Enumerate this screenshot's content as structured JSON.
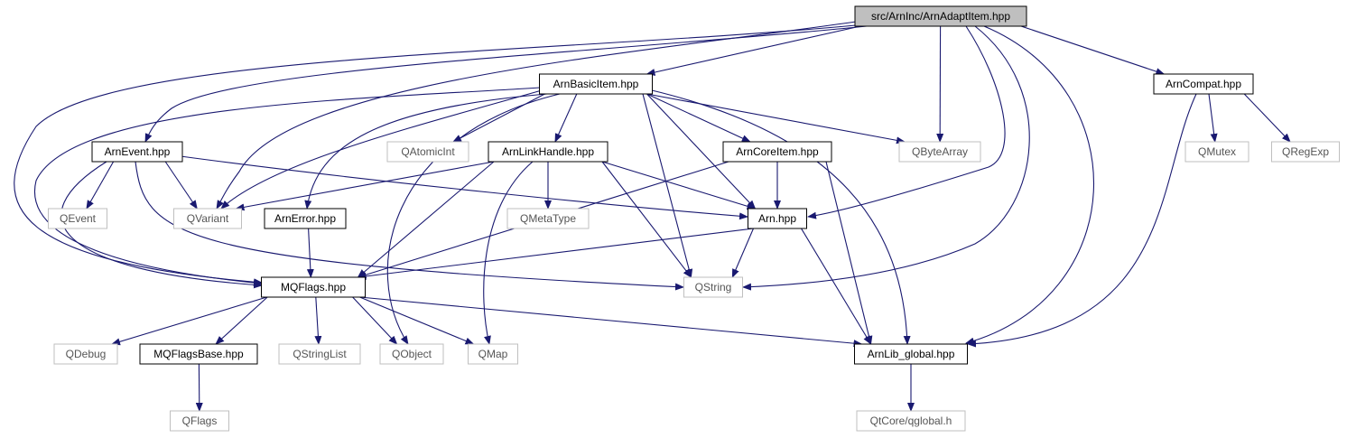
{
  "diagram": {
    "title": "",
    "colors": {
      "edge": "#191970",
      "local_border": "#000000",
      "external_border": "#bfbfbf",
      "root_fill": "#bfbfbf",
      "node_fill": "#ffffff"
    },
    "nodes": [
      {
        "id": "adapt",
        "label": "src/ArnInc/ArnAdaptItem.hpp",
        "kind": "root"
      },
      {
        "id": "basic",
        "label": "ArnBasicItem.hpp",
        "kind": "local"
      },
      {
        "id": "compat",
        "label": "ArnCompat.hpp",
        "kind": "local"
      },
      {
        "id": "event",
        "label": "ArnEvent.hpp",
        "kind": "local"
      },
      {
        "id": "qatomic",
        "label": "QAtomicInt",
        "kind": "external"
      },
      {
        "id": "link",
        "label": "ArnLinkHandle.hpp",
        "kind": "local"
      },
      {
        "id": "core",
        "label": "ArnCoreItem.hpp",
        "kind": "local"
      },
      {
        "id": "qbyte",
        "label": "QByteArray",
        "kind": "external"
      },
      {
        "id": "qmutex",
        "label": "QMutex",
        "kind": "external"
      },
      {
        "id": "qregexp",
        "label": "QRegExp",
        "kind": "external"
      },
      {
        "id": "qevent",
        "label": "QEvent",
        "kind": "external"
      },
      {
        "id": "qvariant",
        "label": "QVariant",
        "kind": "external"
      },
      {
        "id": "arnerror",
        "label": "ArnError.hpp",
        "kind": "local"
      },
      {
        "id": "qmetatype",
        "label": "QMetaType",
        "kind": "external"
      },
      {
        "id": "arn",
        "label": "Arn.hpp",
        "kind": "local"
      },
      {
        "id": "mqflags",
        "label": "MQFlags.hpp",
        "kind": "local"
      },
      {
        "id": "qstring",
        "label": "QString",
        "kind": "external"
      },
      {
        "id": "qdebug",
        "label": "QDebug",
        "kind": "external"
      },
      {
        "id": "mqbase",
        "label": "MQFlagsBase.hpp",
        "kind": "local"
      },
      {
        "id": "qstringlist",
        "label": "QStringList",
        "kind": "external"
      },
      {
        "id": "qobject",
        "label": "QObject",
        "kind": "external"
      },
      {
        "id": "qmap",
        "label": "QMap",
        "kind": "external"
      },
      {
        "id": "libglobal",
        "label": "ArnLib_global.hpp",
        "kind": "local"
      },
      {
        "id": "qflags",
        "label": "QFlags",
        "kind": "external"
      },
      {
        "id": "qglobal",
        "label": "QtCore/qglobal.h",
        "kind": "external"
      }
    ],
    "edges": [
      {
        "from": "adapt",
        "to": "basic"
      },
      {
        "from": "adapt",
        "to": "event"
      },
      {
        "from": "adapt",
        "to": "mqflags"
      },
      {
        "from": "adapt",
        "to": "qvariant"
      },
      {
        "from": "adapt",
        "to": "qbyte"
      },
      {
        "from": "adapt",
        "to": "arn"
      },
      {
        "from": "adapt",
        "to": "qstring"
      },
      {
        "from": "adapt",
        "to": "libglobal"
      },
      {
        "from": "adapt",
        "to": "compat"
      },
      {
        "from": "basic",
        "to": "mqflags"
      },
      {
        "from": "basic",
        "to": "qvariant"
      },
      {
        "from": "basic",
        "to": "arnerror"
      },
      {
        "from": "basic",
        "to": "qobject"
      },
      {
        "from": "basic",
        "to": "qatomic"
      },
      {
        "from": "basic",
        "to": "link"
      },
      {
        "from": "basic",
        "to": "qstring"
      },
      {
        "from": "basic",
        "to": "arn"
      },
      {
        "from": "basic",
        "to": "core"
      },
      {
        "from": "basic",
        "to": "qbyte"
      },
      {
        "from": "basic",
        "to": "libglobal"
      },
      {
        "from": "compat",
        "to": "qmutex"
      },
      {
        "from": "compat",
        "to": "qregexp"
      },
      {
        "from": "compat",
        "to": "libglobal"
      },
      {
        "from": "event",
        "to": "qevent"
      },
      {
        "from": "event",
        "to": "qvariant"
      },
      {
        "from": "event",
        "to": "mqflags"
      },
      {
        "from": "event",
        "to": "arn"
      },
      {
        "from": "event",
        "to": "qstring"
      },
      {
        "from": "link",
        "to": "qvariant"
      },
      {
        "from": "link",
        "to": "mqflags"
      },
      {
        "from": "link",
        "to": "qmetatype"
      },
      {
        "from": "link",
        "to": "qmap"
      },
      {
        "from": "link",
        "to": "qstring"
      },
      {
        "from": "link",
        "to": "arn"
      },
      {
        "from": "core",
        "to": "arn"
      },
      {
        "from": "core",
        "to": "mqflags"
      },
      {
        "from": "core",
        "to": "libglobal"
      },
      {
        "from": "arnerror",
        "to": "mqflags"
      },
      {
        "from": "arn",
        "to": "mqflags"
      },
      {
        "from": "arn",
        "to": "qstring"
      },
      {
        "from": "arn",
        "to": "libglobal"
      },
      {
        "from": "mqflags",
        "to": "qdebug"
      },
      {
        "from": "mqflags",
        "to": "mqbase"
      },
      {
        "from": "mqflags",
        "to": "qstringlist"
      },
      {
        "from": "mqflags",
        "to": "qobject"
      },
      {
        "from": "mqflags",
        "to": "qmap"
      },
      {
        "from": "mqflags",
        "to": "libglobal"
      },
      {
        "from": "mqbase",
        "to": "qflags"
      },
      {
        "from": "libglobal",
        "to": "qglobal"
      }
    ]
  }
}
